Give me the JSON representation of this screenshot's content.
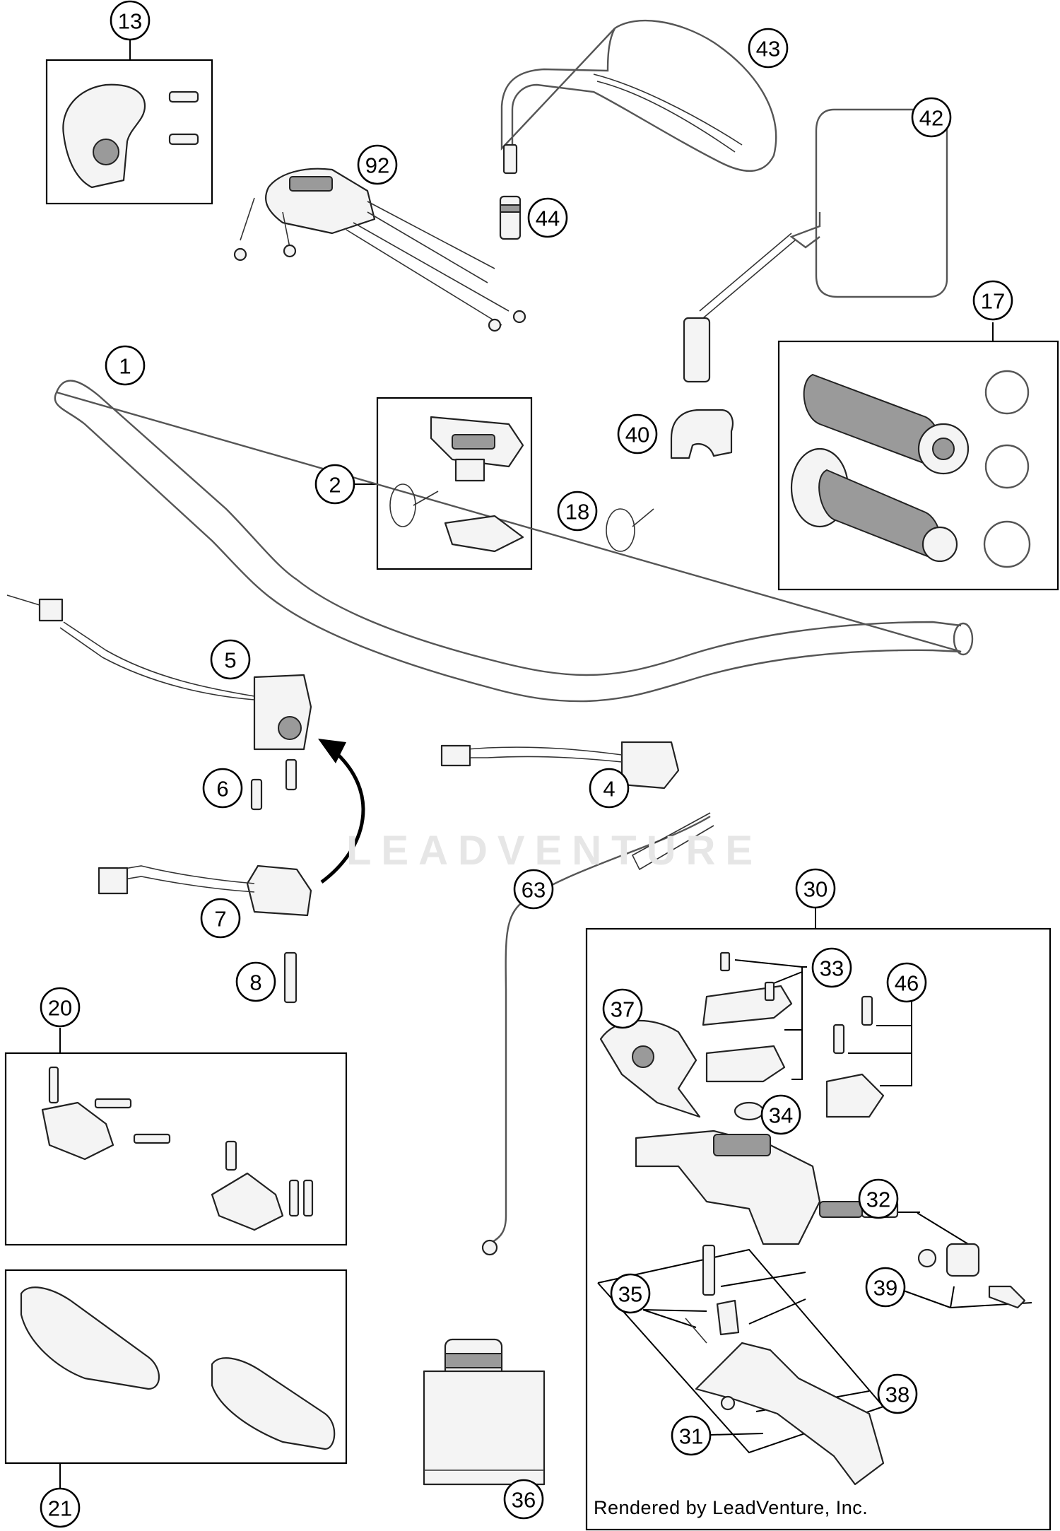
{
  "watermark": "LEADVENTURE",
  "credit": "Rendered by LeadVenture, Inc.",
  "callouts": [
    "13",
    "92",
    "43",
    "42",
    "44",
    "17",
    "1",
    "2",
    "18",
    "40",
    "5",
    "4",
    "6",
    "7",
    "8",
    "63",
    "30",
    "20",
    "33",
    "46",
    "37",
    "34",
    "32",
    "39",
    "35",
    "38",
    "31",
    "21",
    "36"
  ]
}
